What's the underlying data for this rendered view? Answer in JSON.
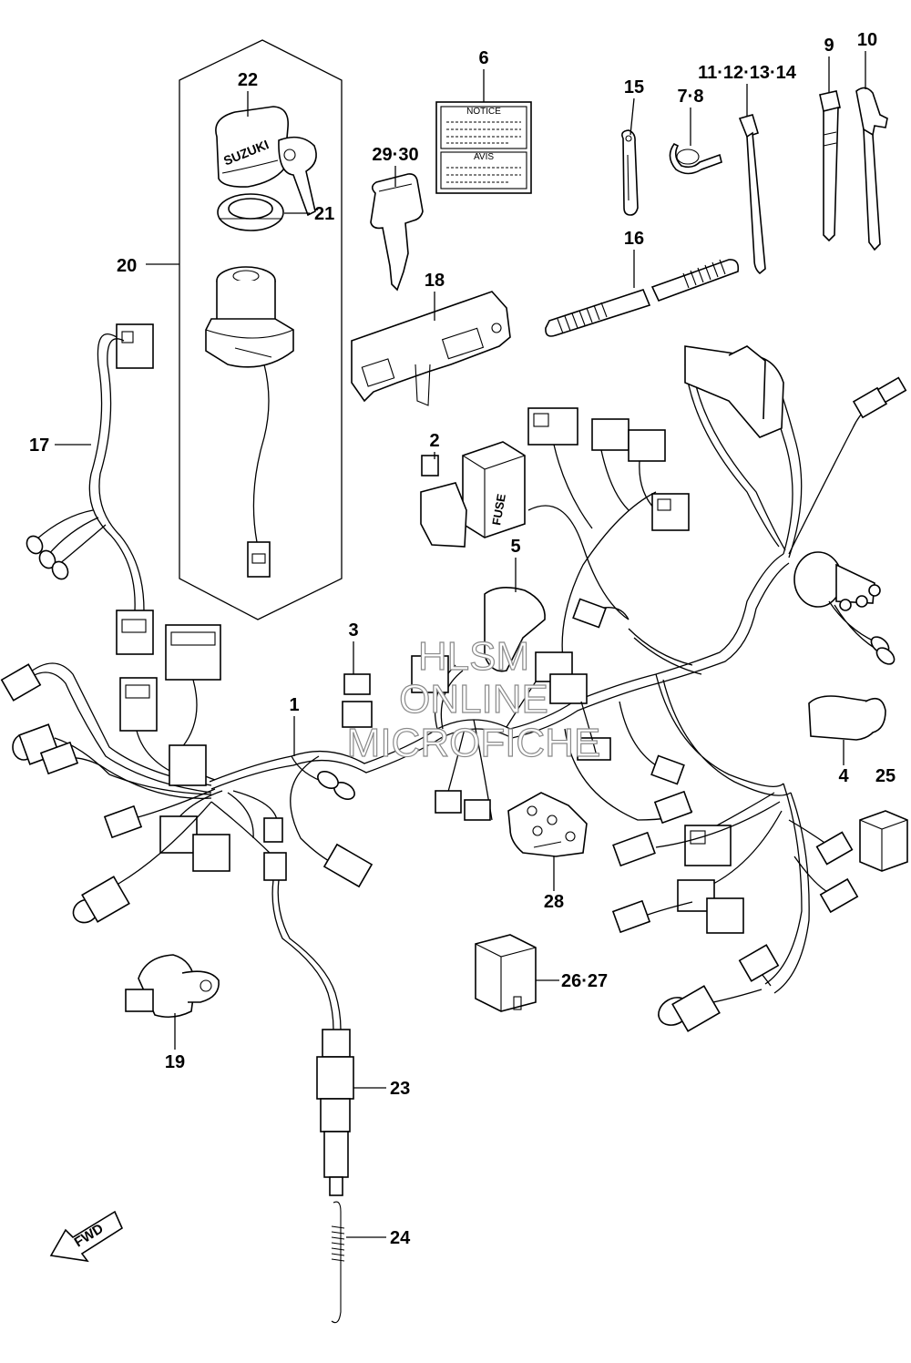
{
  "labels": {
    "p1": "1",
    "p2": "2",
    "p3": "3",
    "p4": "4",
    "p5": "5",
    "p6": "6",
    "p7_8": "7·8",
    "p9": "9",
    "p10": "10",
    "p11_14": "11·12·13·14",
    "p15": "15",
    "p16": "16",
    "p17": "17",
    "p18": "18",
    "p19": "19",
    "p20": "20",
    "p21": "21",
    "p22": "22",
    "p23": "23",
    "p24": "24",
    "p25": "25",
    "p26_27": "26·27",
    "p28": "28",
    "p29_30": "29·30"
  },
  "label_texts": {
    "notice": "NOTICE",
    "avis": "AVIS"
  },
  "part_texts": {
    "key_brand": "SUZUKI",
    "fuse_box": "FUSE"
  },
  "direction": {
    "fwd": "FWD"
  },
  "watermark": {
    "line1": "HLSM",
    "line2": "ONLINE",
    "line3": "MICROFICHE"
  }
}
